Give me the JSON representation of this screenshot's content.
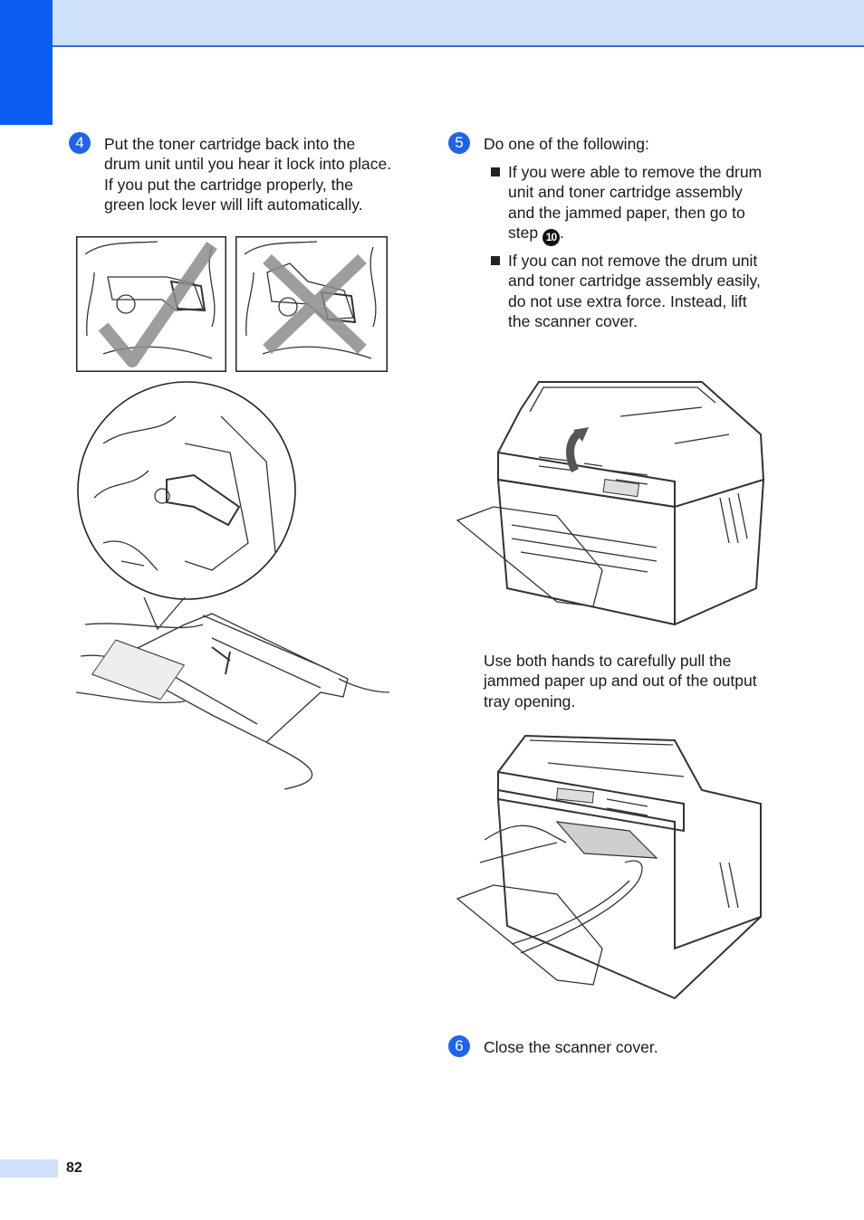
{
  "steps": {
    "step4": {
      "badge": "4",
      "text_lines": [
        "Put the toner cartridge back into the",
        "drum unit until you hear it lock into place.",
        "If you put the cartridge properly, the",
        "green lock lever will lift automatically."
      ]
    },
    "step5": {
      "badge": "5",
      "intro": "Do one of the following:",
      "bullets": [
        {
          "lines": [
            "If you were able to remove the drum",
            "unit and toner cartridge assembly",
            "and the jammed paper, then go to"
          ],
          "last_prefix": "step ",
          "step_ref": "10",
          "last_suffix": "."
        },
        {
          "lines": [
            "If you can not remove the drum unit",
            "and toner cartridge assembly easily,",
            "do not use extra force. Instead, lift",
            "the scanner cover."
          ]
        }
      ],
      "followup_lines": [
        "Use both hands to carefully pull the",
        "jammed paper up and out of the output",
        "tray opening."
      ]
    },
    "step6": {
      "badge": "6",
      "text": "Close the scanner cover."
    }
  },
  "footer": {
    "page_number": "82"
  },
  "colors": {
    "accent_blue": "#0a5df0",
    "header_band": "#cfe0fb",
    "header_rule": "#2f6fe0",
    "badge_blue": "#1f63ea",
    "check_mark_gray": "#8c8c8c"
  }
}
